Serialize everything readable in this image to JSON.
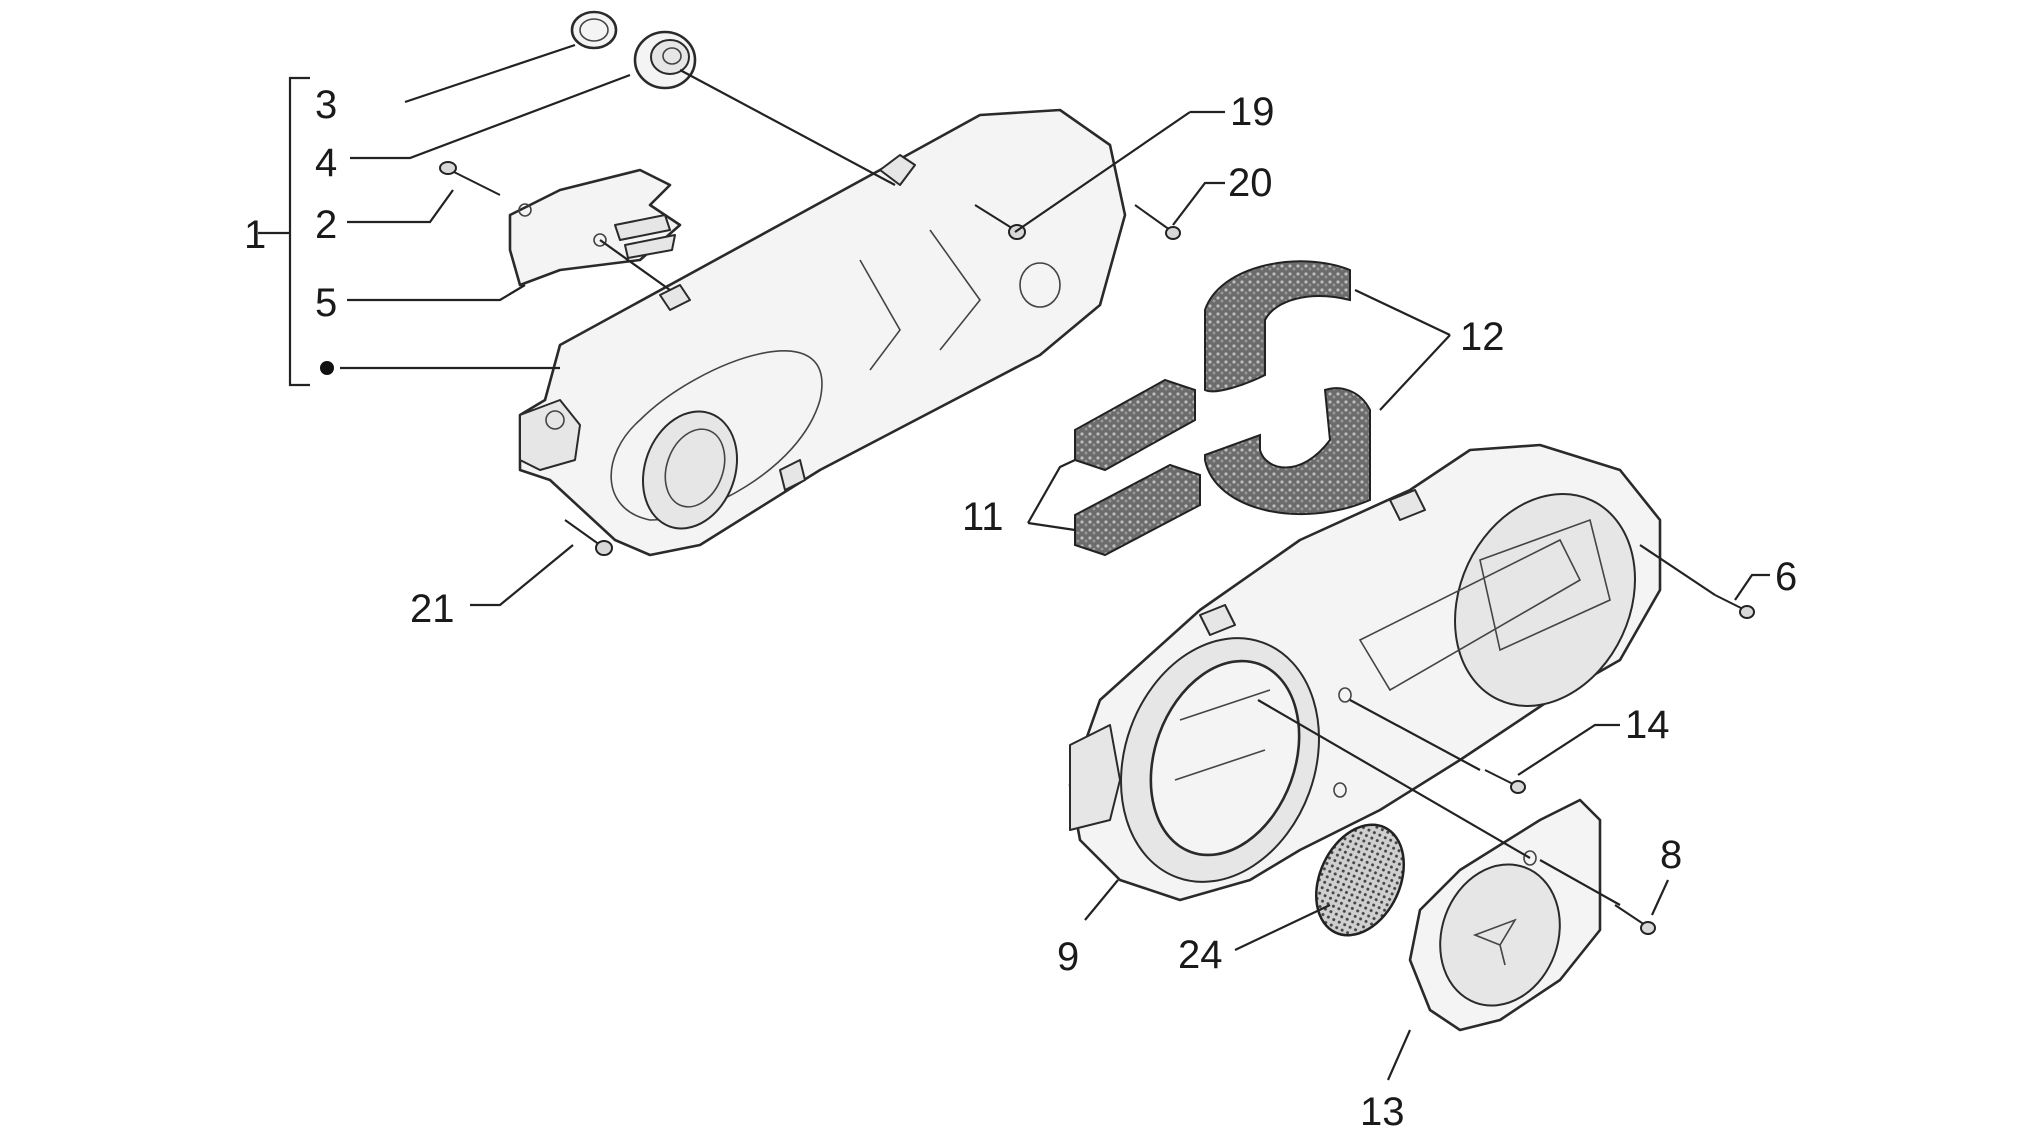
{
  "diagram": {
    "callouts": [
      {
        "id": "c1",
        "text": "1"
      },
      {
        "id": "c2",
        "text": "2"
      },
      {
        "id": "c3",
        "text": "3"
      },
      {
        "id": "c4",
        "text": "4"
      },
      {
        "id": "c5",
        "text": "5"
      },
      {
        "id": "c6",
        "text": "6"
      },
      {
        "id": "c8",
        "text": "8"
      },
      {
        "id": "c9",
        "text": "9"
      },
      {
        "id": "c11",
        "text": "11"
      },
      {
        "id": "c12",
        "text": "12"
      },
      {
        "id": "c13",
        "text": "13"
      },
      {
        "id": "c14",
        "text": "14"
      },
      {
        "id": "c19",
        "text": "19"
      },
      {
        "id": "c20",
        "text": "20"
      },
      {
        "id": "c21",
        "text": "21"
      },
      {
        "id": "c24",
        "text": "24"
      }
    ]
  }
}
